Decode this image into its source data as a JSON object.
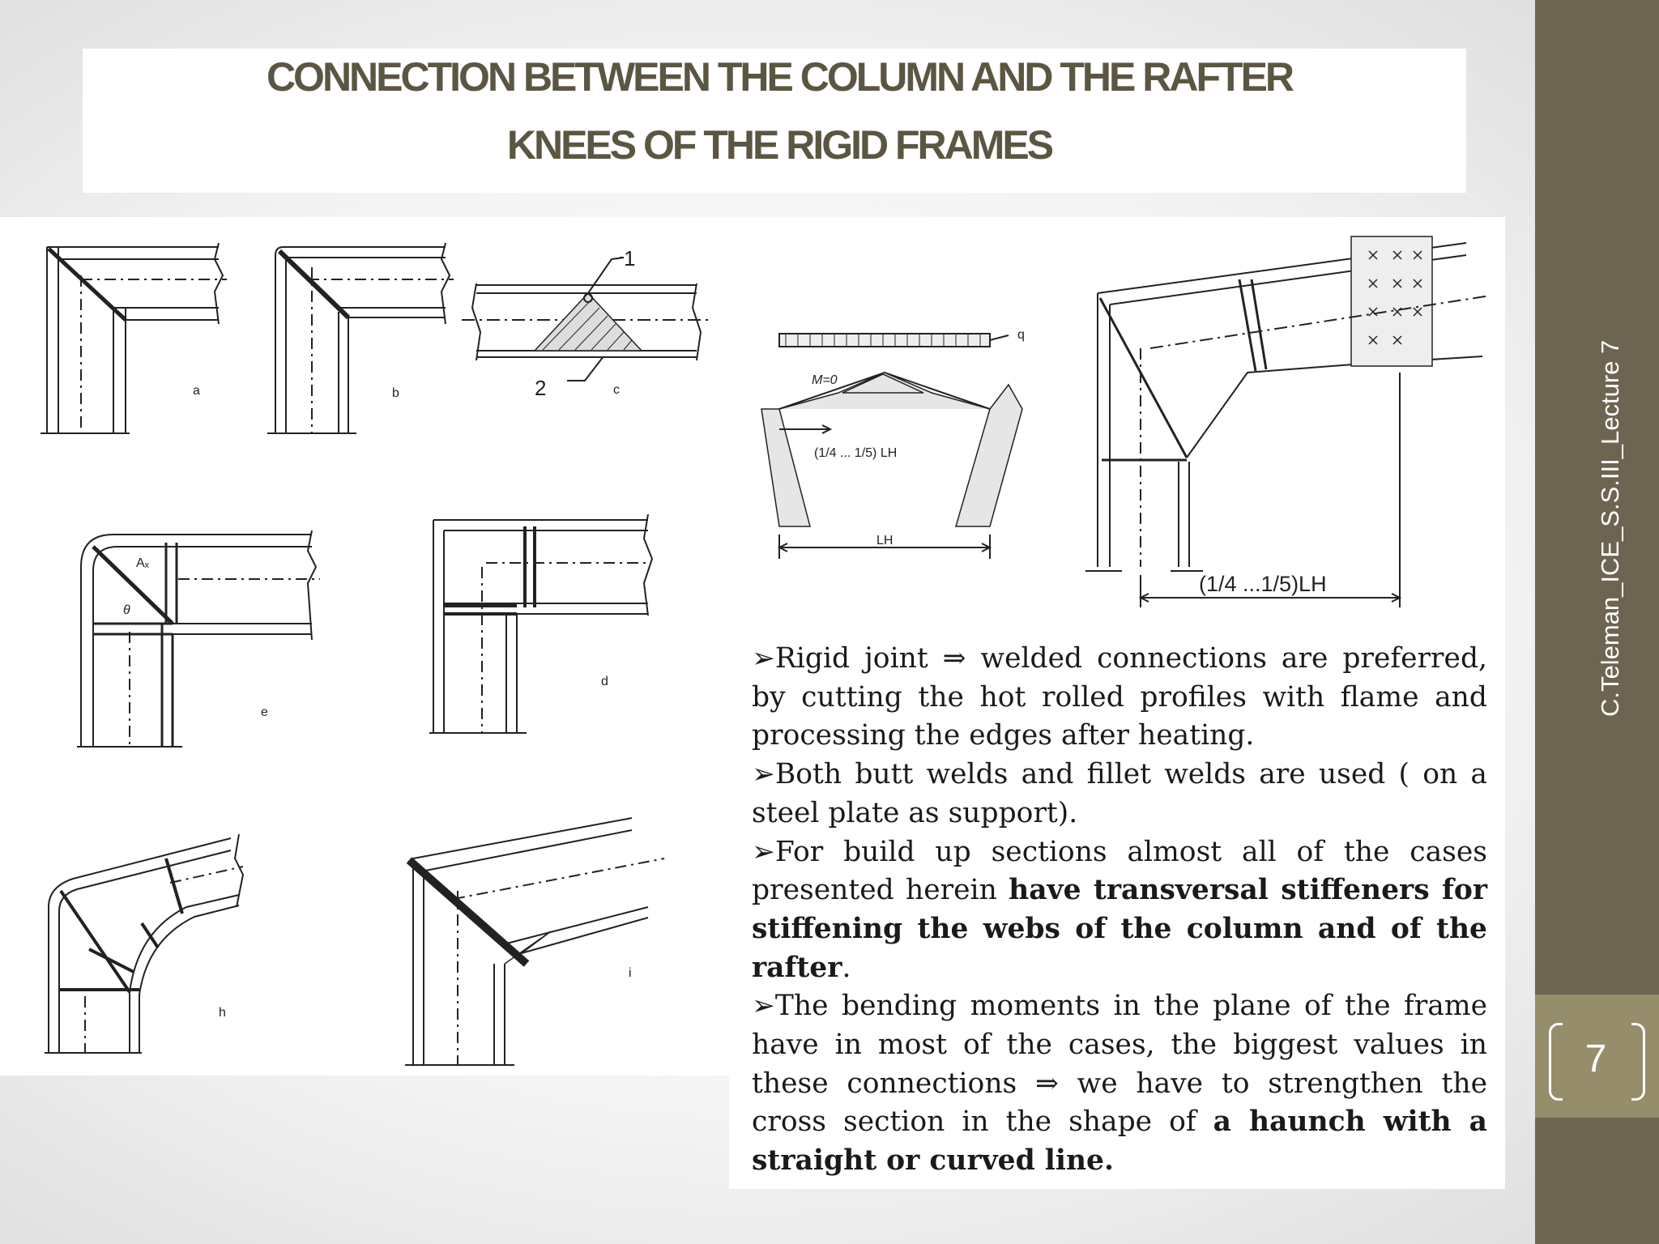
{
  "title": {
    "line1": "CONNECTION BETWEEN THE COLUMN AND THE RAFTER",
    "line2": "KNEES OF THE RIGID FRAMES"
  },
  "sidebar": {
    "footer": "C.Teleman_ICE_S.S.III_Lecture 7",
    "page_number": "7"
  },
  "figure_labels": {
    "a": "a",
    "b": "b",
    "c": "c",
    "d": "d",
    "e": "e",
    "h": "h",
    "i": "i",
    "one": "1",
    "two": "2",
    "ad": "Aₓ",
    "theta": "θ",
    "q": "q",
    "m0": "M=0",
    "ratio": "(1/4 ... 1/5) LH",
    "lh": "LH",
    "ratio_big": "(1/4 ...1/5)LH"
  },
  "bullets": [
    {
      "marker": "➢",
      "parts": [
        {
          "t": "Rigid joint ⇒  welded connections are preferred, by cutting the hot rolled profiles with flame and processing the edges after heating.",
          "b": false
        }
      ]
    },
    {
      "marker": "➢",
      "parts": [
        {
          "t": "Both butt welds and fillet welds are used ( on a steel plate as support).",
          "b": false
        }
      ]
    },
    {
      "marker": "➢",
      "parts": [
        {
          "t": "For build up sections almost all of the cases presented herein ",
          "b": false
        },
        {
          "t": "have transversal stiffeners for stiffening the webs of the column and of the rafter",
          "b": true
        },
        {
          "t": ".",
          "b": false
        }
      ]
    },
    {
      "marker": "➢",
      "parts": [
        {
          "t": "The bending moments in the plane of the frame have in most of the cases, the biggest values in these connections ⇒ we have to strengthen the cross section in the shape of ",
          "b": false
        },
        {
          "t": "a haunch with a straight or curved line.",
          "b": true
        }
      ]
    }
  ]
}
